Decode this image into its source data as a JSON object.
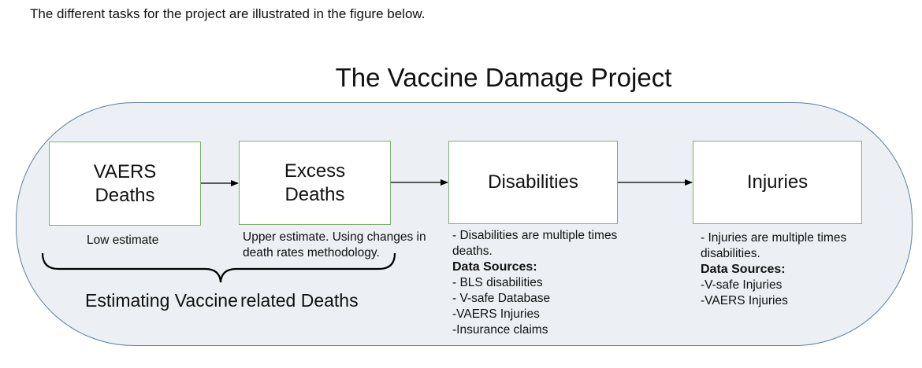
{
  "intro_text": "The different tasks for the project are illustrated in the figure below.",
  "diagram": {
    "title": "The Vaccine Damage Project",
    "boxes": [
      {
        "label": "VAERS\nDeaths"
      },
      {
        "label": "Excess\nDeaths"
      },
      {
        "label": "Disabilities"
      },
      {
        "label": "Injuries"
      }
    ],
    "notes": {
      "vaers_deaths": "Low estimate",
      "excess_deaths": "Upper estimate. Using changes in death rates methodology.",
      "disabilities": {
        "summary": "- Disabilities are multiple times deaths.",
        "sources_title": "Data Sources:",
        "sources": [
          "- BLS disabilities",
          "- V-safe Database",
          "-VAERS Injuries",
          "-Insurance claims"
        ]
      },
      "injuries": {
        "summary": "- Injuries are multiple times disabilities.",
        "sources_title": "Data Sources:",
        "sources": [
          "-V-safe Injuries",
          "-VAERS Injuries"
        ]
      }
    },
    "brace_caption_left": "Estimating Vaccine",
    "brace_caption_right": "related Deaths",
    "colors": {
      "container_fill": "#eceff3",
      "container_border": "#5f7fa2",
      "box_border": "#7fb26b",
      "arrow": "#000000"
    }
  }
}
